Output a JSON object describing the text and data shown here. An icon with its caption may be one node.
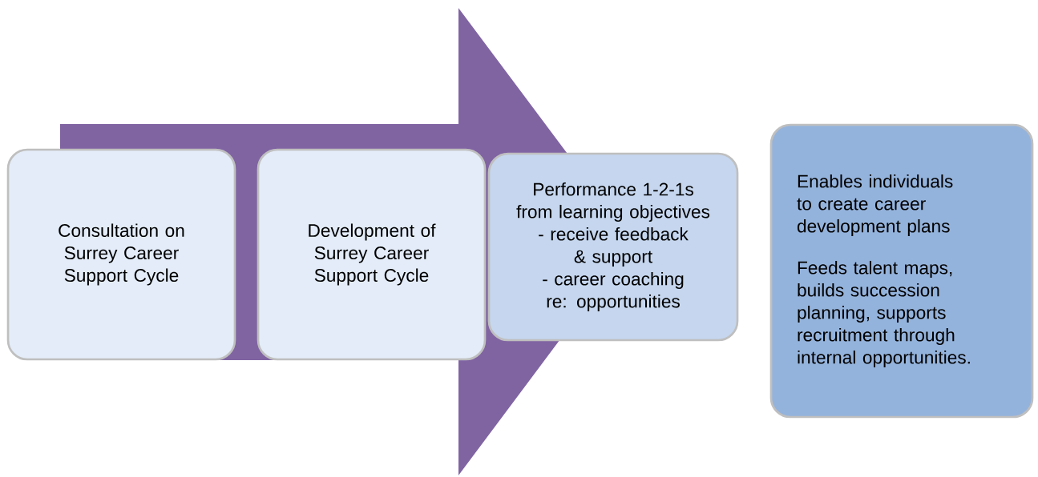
{
  "diagram": {
    "nodes": [
      {
        "text": [
          "Consultation on Surrey Career Support Cycle"
        ]
      },
      {
        "text": [
          "Development of Surrey Career Support Cycle"
        ]
      },
      {
        "text": [
          "Performance 1-2-1s from learning objectives",
          "- receive feedback & support",
          "- career coaching re: opportunities"
        ]
      },
      {
        "text": [
          "Enables individuals to create career development plans",
          "Feeds talent maps, builds succession planning, supports recruitment through internal opportunities."
        ]
      }
    ],
    "edges": [
      {
        "from": 0,
        "to": 2,
        "arrow": "to"
      }
    ]
  }
}
